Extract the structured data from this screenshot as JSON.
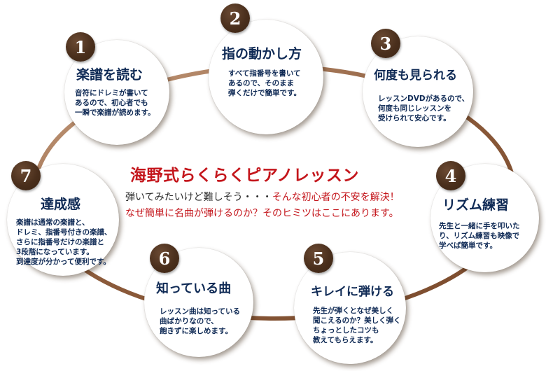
{
  "center": {
    "title": "海野式らくらくピアノレッスン",
    "line1_black": "弾いてみたいけど難しそう・・・",
    "line1_red": "そんな初心者の不安を解決！",
    "line2": "なぜ簡単に名曲が弾けるのか？そのヒミツはここにあります。"
  },
  "steps": [
    {
      "number": "1",
      "title": "楽譜を読む",
      "desc": [
        "音符にドレミが書いて",
        "あるので、初心者でも",
        "一瞬で楽譜が読めます。"
      ]
    },
    {
      "number": "2",
      "title": "指の動かし方",
      "desc": [
        "すべて指番号を書いて",
        "あるので、そのまま",
        "弾くだけで簡単です。"
      ]
    },
    {
      "number": "3",
      "title": "何度も見られる",
      "desc": [
        "レッスンDVDがあるので、",
        "何度も同じレッスンを",
        "受けられて安心です。"
      ]
    },
    {
      "number": "4",
      "title": "リズム練習",
      "desc": [
        "先生と一緒に手を叩いた",
        "り、リズム練習も映像で",
        "学べば簡単です。"
      ]
    },
    {
      "number": "5",
      "title": "キレイに弾ける",
      "desc": [
        "先生が弾くとなぜ美しく",
        "聞こえるのか？美しく弾く",
        "ちょっとしたコツも",
        "教えてもらえます。"
      ]
    },
    {
      "number": "6",
      "title": "知っている曲",
      "desc": [
        "レッスン曲は知っている",
        "曲ばかりなので、",
        "飽きずに楽しめます。"
      ]
    },
    {
      "number": "7",
      "title": "達成感",
      "desc": [
        "楽譜は通常の楽譜と、",
        "ドレミ、指番号付きの楽譜、",
        "さらに指番号だけの楽譜と",
        "3段階になっています。",
        "到達度が分かって便利です。"
      ]
    }
  ],
  "colors": {
    "ring": "#8b5a3a",
    "badge": "#4a2f1c",
    "title_red": "#c4161c",
    "text_navy": "#0f2a55"
  }
}
